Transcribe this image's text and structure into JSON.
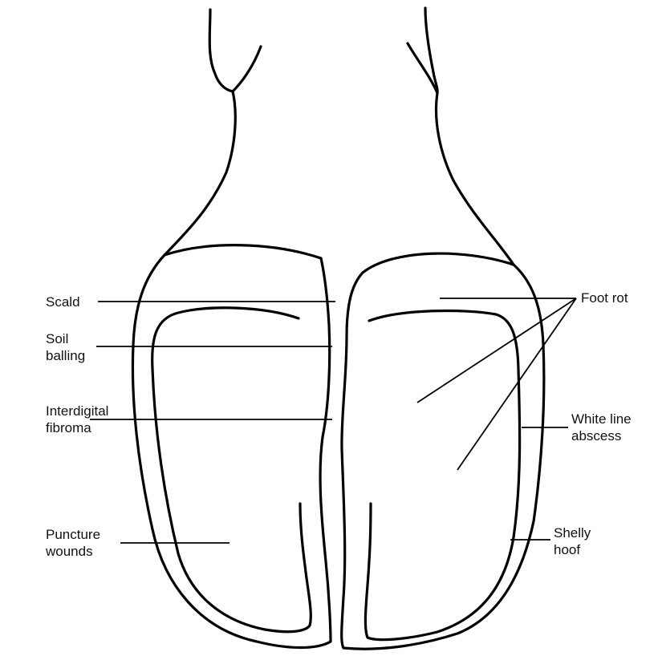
{
  "labels": {
    "scald": "Scald",
    "soil_balling": "Soil\nballing",
    "interdigital_fibroma": "Interdigital\nfibroma",
    "puncture_wounds": "Puncture\nwounds",
    "foot_rot": "Foot rot",
    "white_line_abscess": "White line\nabscess",
    "shelly_hoof": "Shelly\nhoof"
  }
}
